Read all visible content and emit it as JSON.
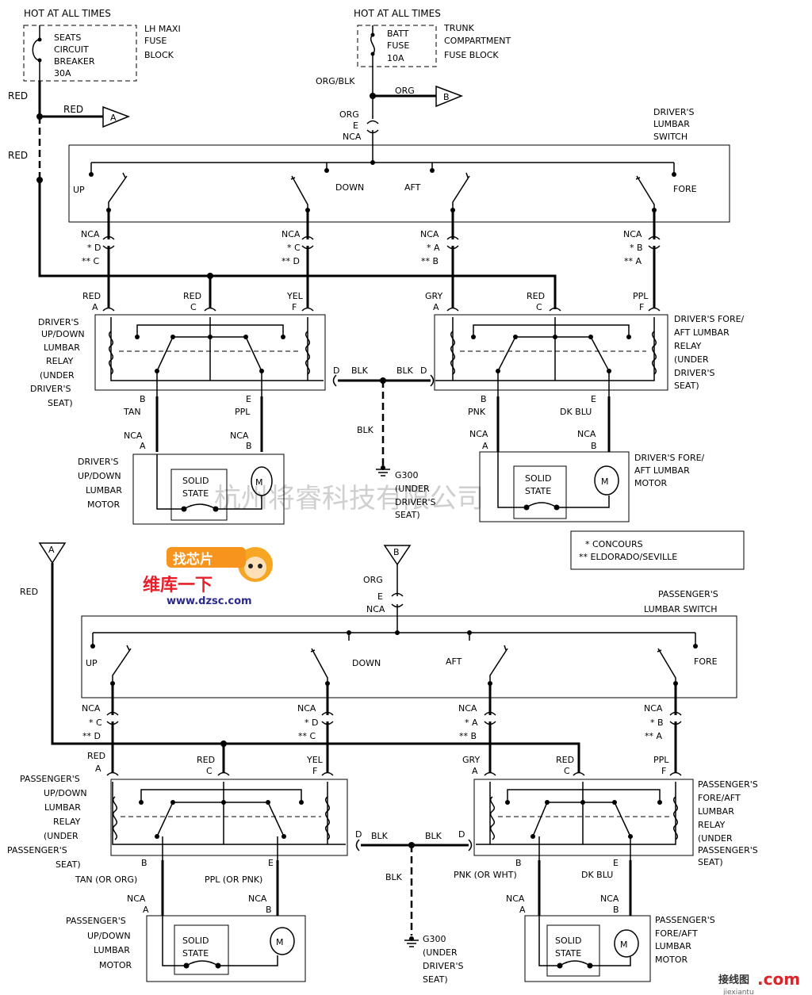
{
  "top": {
    "hot1": "HOT AT ALL TIMES",
    "hot2": "HOT AT ALL TIMES",
    "breaker": [
      "SEATS",
      "CIRCUIT",
      "BREAKER",
      "30A"
    ],
    "lh_block": [
      "LH MAXI",
      "FUSE",
      "BLOCK"
    ],
    "batt_fuse": [
      "BATT",
      "FUSE",
      "10A"
    ],
    "trunk_block": [
      "TRUNK",
      "COMPARTMENT",
      "FUSE BLOCK"
    ],
    "wire_red": "RED",
    "wire_org_blk": "ORG/BLK",
    "wire_org": "ORG",
    "conn_e": "E",
    "nca": "NCA",
    "flag_a": "A",
    "flag_b": "B"
  },
  "driver": {
    "switch_label": [
      "DRIVER'S",
      "LUMBAR",
      "SWITCH"
    ],
    "up": "UP",
    "down": "DOWN",
    "aft": "AFT",
    "fore": "FORE",
    "sw_pins": [
      {
        "nca": "NCA",
        "p1": "* D",
        "p2": "** C"
      },
      {
        "nca": "NCA",
        "p1": "* C",
        "p2": "** D"
      },
      {
        "nca": "NCA",
        "p1": "* A",
        "p2": "** B"
      },
      {
        "nca": "NCA",
        "p1": "* B",
        "p2": "** A"
      }
    ],
    "relay1_wires": [
      {
        "color": "RED",
        "pin": "A"
      },
      {
        "color": "RED",
        "pin": "C"
      },
      {
        "color": "YEL",
        "pin": "F"
      }
    ],
    "relay2_wires": [
      {
        "color": "GRY",
        "pin": "A"
      },
      {
        "color": "RED",
        "pin": "C"
      },
      {
        "color": "PPL",
        "pin": "F"
      }
    ],
    "relay1_label": [
      "DRIVER'S",
      "UP/DOWN",
      "LUMBAR",
      "RELAY",
      "(UNDER",
      "DRIVER'S",
      "SEAT)"
    ],
    "relay2_label": [
      "DRIVER'S FORE/",
      "AFT LUMBAR",
      "RELAY",
      "(UNDER",
      "DRIVER'S",
      "SEAT)"
    ],
    "pin_d": "D",
    "blk": "BLK",
    "ground": [
      "G300",
      "(UNDER",
      "DRIVER'S",
      "SEAT)"
    ],
    "motor1_out": [
      {
        "pin": "B",
        "color": "TAN"
      },
      {
        "pin": "E",
        "color": "PPL"
      }
    ],
    "motor2_out": [
      {
        "pin": "B",
        "color": "PNK"
      },
      {
        "pin": "E",
        "color": "DK BLU"
      }
    ],
    "motor_pins": [
      "A",
      "B"
    ],
    "solid_state": [
      "SOLID",
      "STATE"
    ],
    "motor_symbol": "M",
    "motor1_label": [
      "DRIVER'S",
      "UP/DOWN",
      "LUMBAR",
      "MOTOR"
    ],
    "motor2_label": [
      "DRIVER'S FORE/",
      "AFT LUMBAR",
      "MOTOR"
    ]
  },
  "legend": [
    "* CONCOURS",
    "** ELDORADO/SEVILLE"
  ],
  "passenger": {
    "switch_label": [
      "PASSENGER'S",
      "LUMBAR SWITCH"
    ],
    "up": "UP",
    "down": "DOWN",
    "aft": "AFT",
    "fore": "FORE",
    "sw_pins": [
      {
        "nca": "NCA",
        "p1": "* C",
        "p2": "** D"
      },
      {
        "nca": "NCA",
        "p1": "* D",
        "p2": "** C"
      },
      {
        "nca": "NCA",
        "p1": "* A",
        "p2": "** B"
      },
      {
        "nca": "NCA",
        "p1": "* B",
        "p2": "** A"
      }
    ],
    "relay1_wires": [
      {
        "color": "RED",
        "pin": "A"
      },
      {
        "color": "RED",
        "pin": "C"
      },
      {
        "color": "YEL",
        "pin": "F"
      }
    ],
    "relay2_wires": [
      {
        "color": "GRY",
        "pin": "A"
      },
      {
        "color": "RED",
        "pin": "C"
      },
      {
        "color": "PPL",
        "pin": "F"
      }
    ],
    "relay1_label": [
      "PASSENGER'S",
      "UP/DOWN",
      "LUMBAR",
      "RELAY",
      "(UNDER",
      "PASSENGER'S",
      "SEAT)"
    ],
    "relay2_label": [
      "PASSENGER'S",
      "FORE/AFT",
      "LUMBAR",
      "RELAY",
      "(UNDER",
      "PASSENGER'S",
      "SEAT)"
    ],
    "pin_d": "D",
    "blk": "BLK",
    "ground": [
      "G300",
      "(UNDER",
      "DRIVER'S",
      "SEAT)"
    ],
    "motor1_out": [
      {
        "pin": "B",
        "color": "TAN (OR ORG)"
      },
      {
        "pin": "E",
        "color": "PPL (OR PNK)"
      }
    ],
    "motor2_out": [
      {
        "pin": "B",
        "color": "PNK (OR WHT)"
      },
      {
        "pin": "E",
        "color": "DK BLU"
      }
    ],
    "motor_pins": [
      "A",
      "B"
    ],
    "solid_state": [
      "SOLID",
      "STATE"
    ],
    "motor_symbol": "M",
    "motor1_label": [
      "PASSENGER'S",
      "UP/DOWN",
      "LUMBAR",
      "MOTOR"
    ],
    "motor2_label": [
      "PASSENGER'S",
      "FORE/AFT",
      "LUMBAR",
      "MOTOR"
    ]
  },
  "watermark": {
    "company": "杭州将睿科技有限公司",
    "logo_line1": "找芯片",
    "logo_line2": "维库一下",
    "logo_url": "www.dzsc.com",
    "corner_logo": "接线图",
    "corner_url": "jiexiantu",
    "corner_com": ".com"
  }
}
